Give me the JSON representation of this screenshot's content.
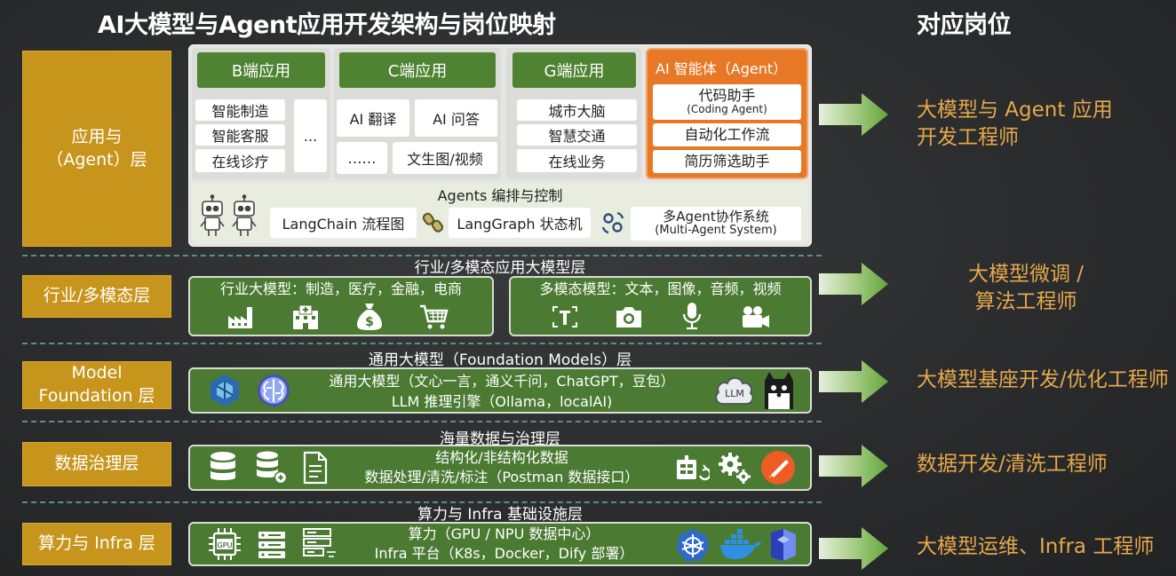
{
  "title": "AI大模型与Agent应用开发架构与岗位映射",
  "roles_header": "对应岗位",
  "layers": {
    "app": "应用与\n（Agent）层",
    "industry": "行业/多模态层",
    "model": "Model\nFoundation 层",
    "data": "数据治理层",
    "infra": "算力与 Infra 层"
  },
  "app": {
    "b": {
      "header": "B端应用",
      "items": [
        "智能制造",
        "智能客服",
        "在线诊疗"
      ],
      "more": "..."
    },
    "c": {
      "header": "C端应用",
      "items": [
        "AI 翻译",
        "AI 问答",
        "……",
        "文生图/视频"
      ]
    },
    "g": {
      "header": "G端应用",
      "items": [
        "城市大脑",
        "智慧交通",
        "在线业务"
      ]
    },
    "agent": {
      "header": "AI 智能体（Agent）",
      "item1": "代码助手",
      "item1_sub": "(Coding Agent)",
      "item2": "自动化工作流",
      "item3": "简历筛选助手"
    },
    "orchestration": {
      "title": "Agents 编排与控制",
      "langchain": "LangChain 流程图",
      "langgraph": "LangGraph 状态机",
      "multi": "多Agent协作系统",
      "multi_sub": "(Multi-Agent System)"
    }
  },
  "industry": {
    "title": "行业/多模态应用大模型层",
    "box1": "行业大模型：制造，医疗，金融，电商",
    "box2": "多模态模型：文本，图像，音频，视频"
  },
  "model": {
    "title": "通用大模型（Foundation Models）层",
    "line1": "通用大模型（文心一言，通义千问，ChatGPT，豆包）",
    "line2": "LLM 推理引擎（Ollama，localAI)",
    "llm_badge": "LLM"
  },
  "data": {
    "title": "海量数据与治理层",
    "line1": "结构化/非结构化数据",
    "line2": "数据处理/清洗/标注（Postman 数据接口）"
  },
  "infra": {
    "title": "算力与 Infra 基础设施层",
    "line1": "算力（GPU / NPU 数据中心）",
    "line2": "Infra 平台（K8s，Docker，Dify 部署）",
    "gpu": "GPU"
  },
  "roles": {
    "r1": [
      "大模型与 Agent 应用",
      "开发工程师"
    ],
    "r2": [
      "大模型微调 /",
      "算法工程师"
    ],
    "r3": "大模型基座开发/优化工程师",
    "r4": "数据开发/清洗工程师",
    "r5": "大模型运维、Infra 工程师"
  },
  "colors": {
    "gold": "#c8951c",
    "green": "#4b7a33",
    "orange": "#e67826",
    "role_text": "#e6a84a"
  }
}
